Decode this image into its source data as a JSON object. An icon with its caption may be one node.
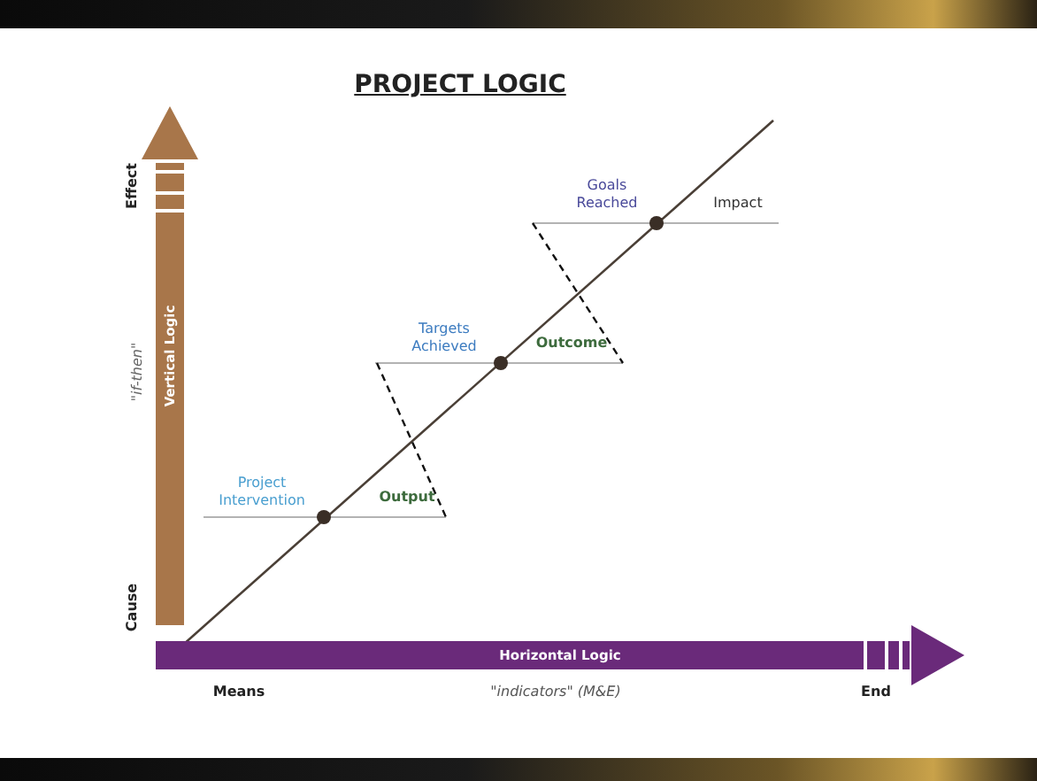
{
  "diagram": {
    "title": "PROJECT LOGIC",
    "nodes": [
      {
        "text": [
          "Vertical Logic"
        ]
      },
      {
        "text": [
          "Horizontal Logic"
        ]
      }
    ],
    "labels": [
      "Effect",
      "Cause",
      "\"if-then\"",
      "Goals Reached",
      "Impact",
      "Targets Achieved",
      "Outcome",
      "Project Intervention",
      "Output",
      "Means",
      "\"indicators\" (M&E)",
      "End"
    ]
  }
}
